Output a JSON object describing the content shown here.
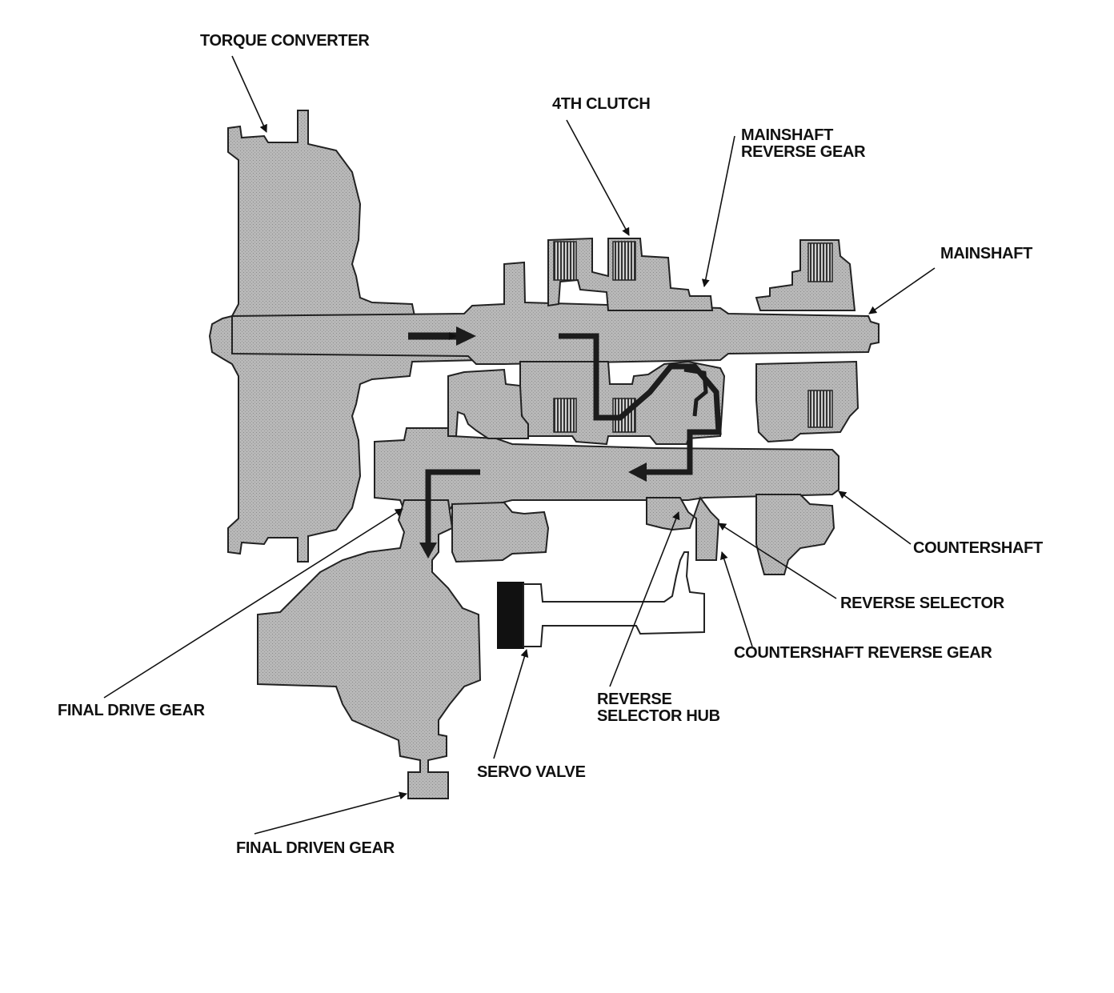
{
  "colors": {
    "part_fill": "#b5b5b5",
    "part_stroke": "#222222",
    "power_flow": "#1c1c1c",
    "background": "#ffffff"
  },
  "labels": {
    "torque_converter": "TORQUE CONVERTER",
    "fourth_clutch": "4TH CLUTCH",
    "mainshaft_reverse_gear_line1": "MAINSHAFT",
    "mainshaft_reverse_gear_line2": "REVERSE GEAR",
    "mainshaft": "MAINSHAFT",
    "countershaft": "COUNTERSHAFT",
    "reverse_selector": "REVERSE SELECTOR",
    "countershaft_reverse_gear": "COUNTERSHAFT REVERSE GEAR",
    "reverse_selector_hub_line1": "REVERSE",
    "reverse_selector_hub_line2": "SELECTOR HUB",
    "servo_valve": "SERVO VALVE",
    "final_drive_gear": "FINAL DRIVE GEAR",
    "final_driven_gear": "FINAL DRIVEN GEAR"
  }
}
